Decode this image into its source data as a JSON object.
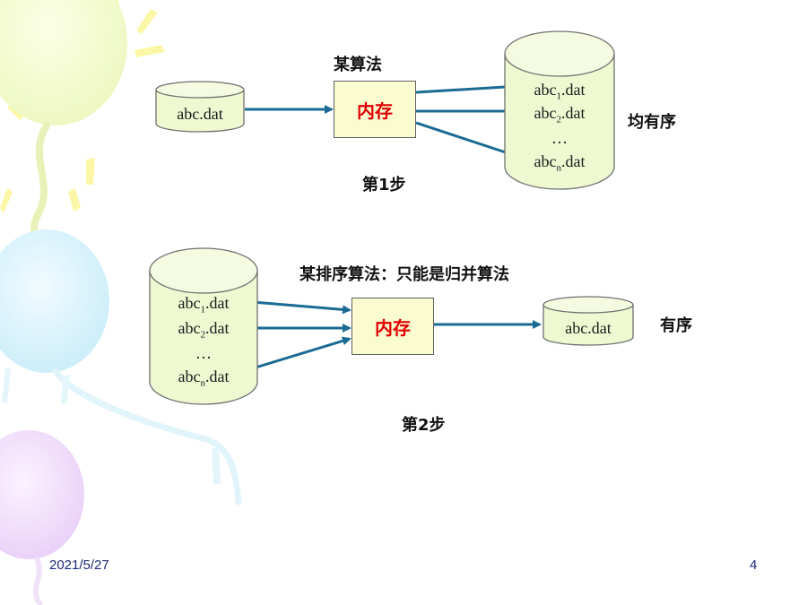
{
  "colors": {
    "accent_red": "#e00000",
    "arrow": "#1b6a93",
    "cylinder_fill": "#eef9d2",
    "memory_fill": "#fbfbd0"
  },
  "step1": {
    "algorithm_label": "某算法",
    "source_file": "abc.dat",
    "memory_label": "内存",
    "output_files": [
      {
        "base": "abc",
        "sub": "1",
        "ext": ".dat"
      },
      {
        "base": "abc",
        "sub": "2",
        "ext": ".dat"
      },
      {
        "ellipsis": "…"
      },
      {
        "base": "abc",
        "sub": "n",
        "ext": ".dat"
      }
    ],
    "note": "均有序",
    "caption": "第1步"
  },
  "step2": {
    "algorithm_label": "某排序算法：只能是归并算法",
    "input_files": [
      {
        "base": "abc",
        "sub": "1",
        "ext": ".dat"
      },
      {
        "base": "abc",
        "sub": "2",
        "ext": ".dat"
      },
      {
        "ellipsis": "…"
      },
      {
        "base": "abc",
        "sub": "n",
        "ext": ".dat"
      }
    ],
    "memory_label": "内存",
    "output_file": "abc.dat",
    "note": "有序",
    "caption": "第2步"
  },
  "footer": {
    "date": "2021/5/27",
    "page_number": "4"
  }
}
